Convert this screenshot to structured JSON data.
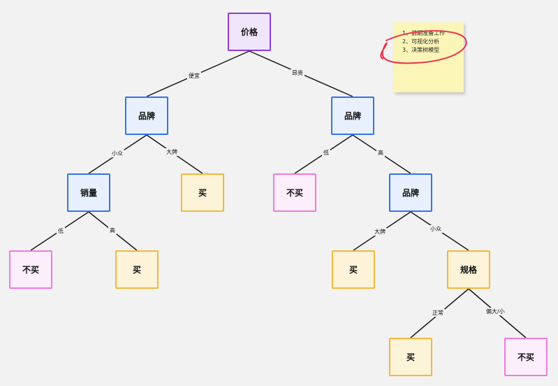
{
  "tree": {
    "root": "价格",
    "l_brand": "品牌",
    "r_brand": "品牌",
    "l_sales": "销量",
    "l_buy": "买",
    "r_notbuy": "不买",
    "r_brand2": "品牌",
    "ll_notbuy": "不买",
    "ll_buy": "买",
    "rr_buy": "买",
    "rr_spec": "规格",
    "spec_buy": "买",
    "spec_notbuy": "不买"
  },
  "edges": {
    "cheap": "便宜",
    "expensive": "昂贵",
    "niche": "小众",
    "bigbrand": "大牌",
    "low": "低",
    "high": "高",
    "low2": "低",
    "high2": "高",
    "bigbrand2": "大牌",
    "niche2": "小众",
    "normal": "正常",
    "oversize": "偏大/小"
  },
  "sticky_note": {
    "items": [
      "1、前期准备工作",
      "2、可视化分析",
      "3、决策树模型"
    ],
    "highlight_color": "#e8334a",
    "color": "#fbf5b8"
  },
  "colors": {
    "purple": "#8a3ad6",
    "blue": "#3374e8",
    "pink": "#ef7ae0",
    "yellow": "#f2b83a"
  }
}
